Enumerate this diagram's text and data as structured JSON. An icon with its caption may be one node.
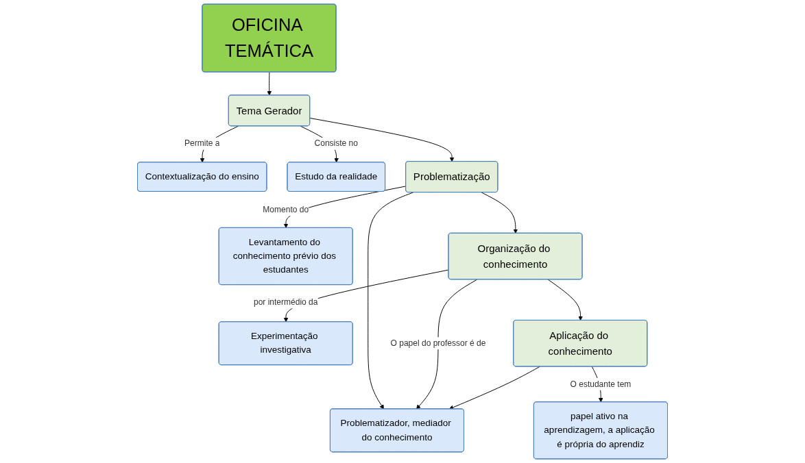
{
  "diagram": {
    "nodes": [
      {
        "text": [
          "OFICINA TEMÁTICA"
        ]
      },
      {
        "text": [
          "Contextualização do ensino"
        ]
      },
      {
        "text": [
          "Tema Gerador"
        ]
      },
      {
        "text": [
          "Estudo da realidade"
        ]
      },
      {
        "text": [
          "Levantamento do conhecimento prévio dos estudantes"
        ]
      },
      {
        "text": [
          "Problematização"
        ]
      },
      {
        "text": [
          "Experimentação investigativa"
        ]
      },
      {
        "text": [
          "Organização do conhecimento"
        ]
      },
      {
        "text": [
          "Problematizador, mediador do conhecimento"
        ]
      },
      {
        "text": [
          "papel ativo na aprendizagem, a aplicação é própria do aprendiz"
        ]
      },
      {
        "text": [
          "Aplicação do conhecimento"
        ]
      }
    ],
    "edges": [
      {
        "from": 0,
        "to": 2,
        "arrow": "to"
      },
      {
        "from": 2,
        "to": 1,
        "arrow": "to",
        "label": "Permite a"
      },
      {
        "from": 2,
        "to": 3,
        "arrow": "to",
        "label": "Consiste no"
      },
      {
        "from": 2,
        "to": 5,
        "arrow": "to"
      },
      {
        "from": 5,
        "to": 4,
        "arrow": "to",
        "label": "Momento do"
      },
      {
        "from": 5,
        "to": 7,
        "arrow": "to"
      },
      {
        "from": 7,
        "to": 6,
        "arrow": "to",
        "label": "por intermédio da"
      },
      {
        "from": 5,
        "to": 8,
        "arrow": "to"
      },
      {
        "from": 7,
        "to": 8,
        "arrow": "to",
        "label": "O papel do professor é de"
      },
      {
        "from": 10,
        "to": 8,
        "arrow": "to"
      },
      {
        "from": 7,
        "to": 10,
        "arrow": "to"
      },
      {
        "from": 10,
        "to": 9,
        "arrow": "to",
        "label": "O estudante tem"
      }
    ]
  }
}
